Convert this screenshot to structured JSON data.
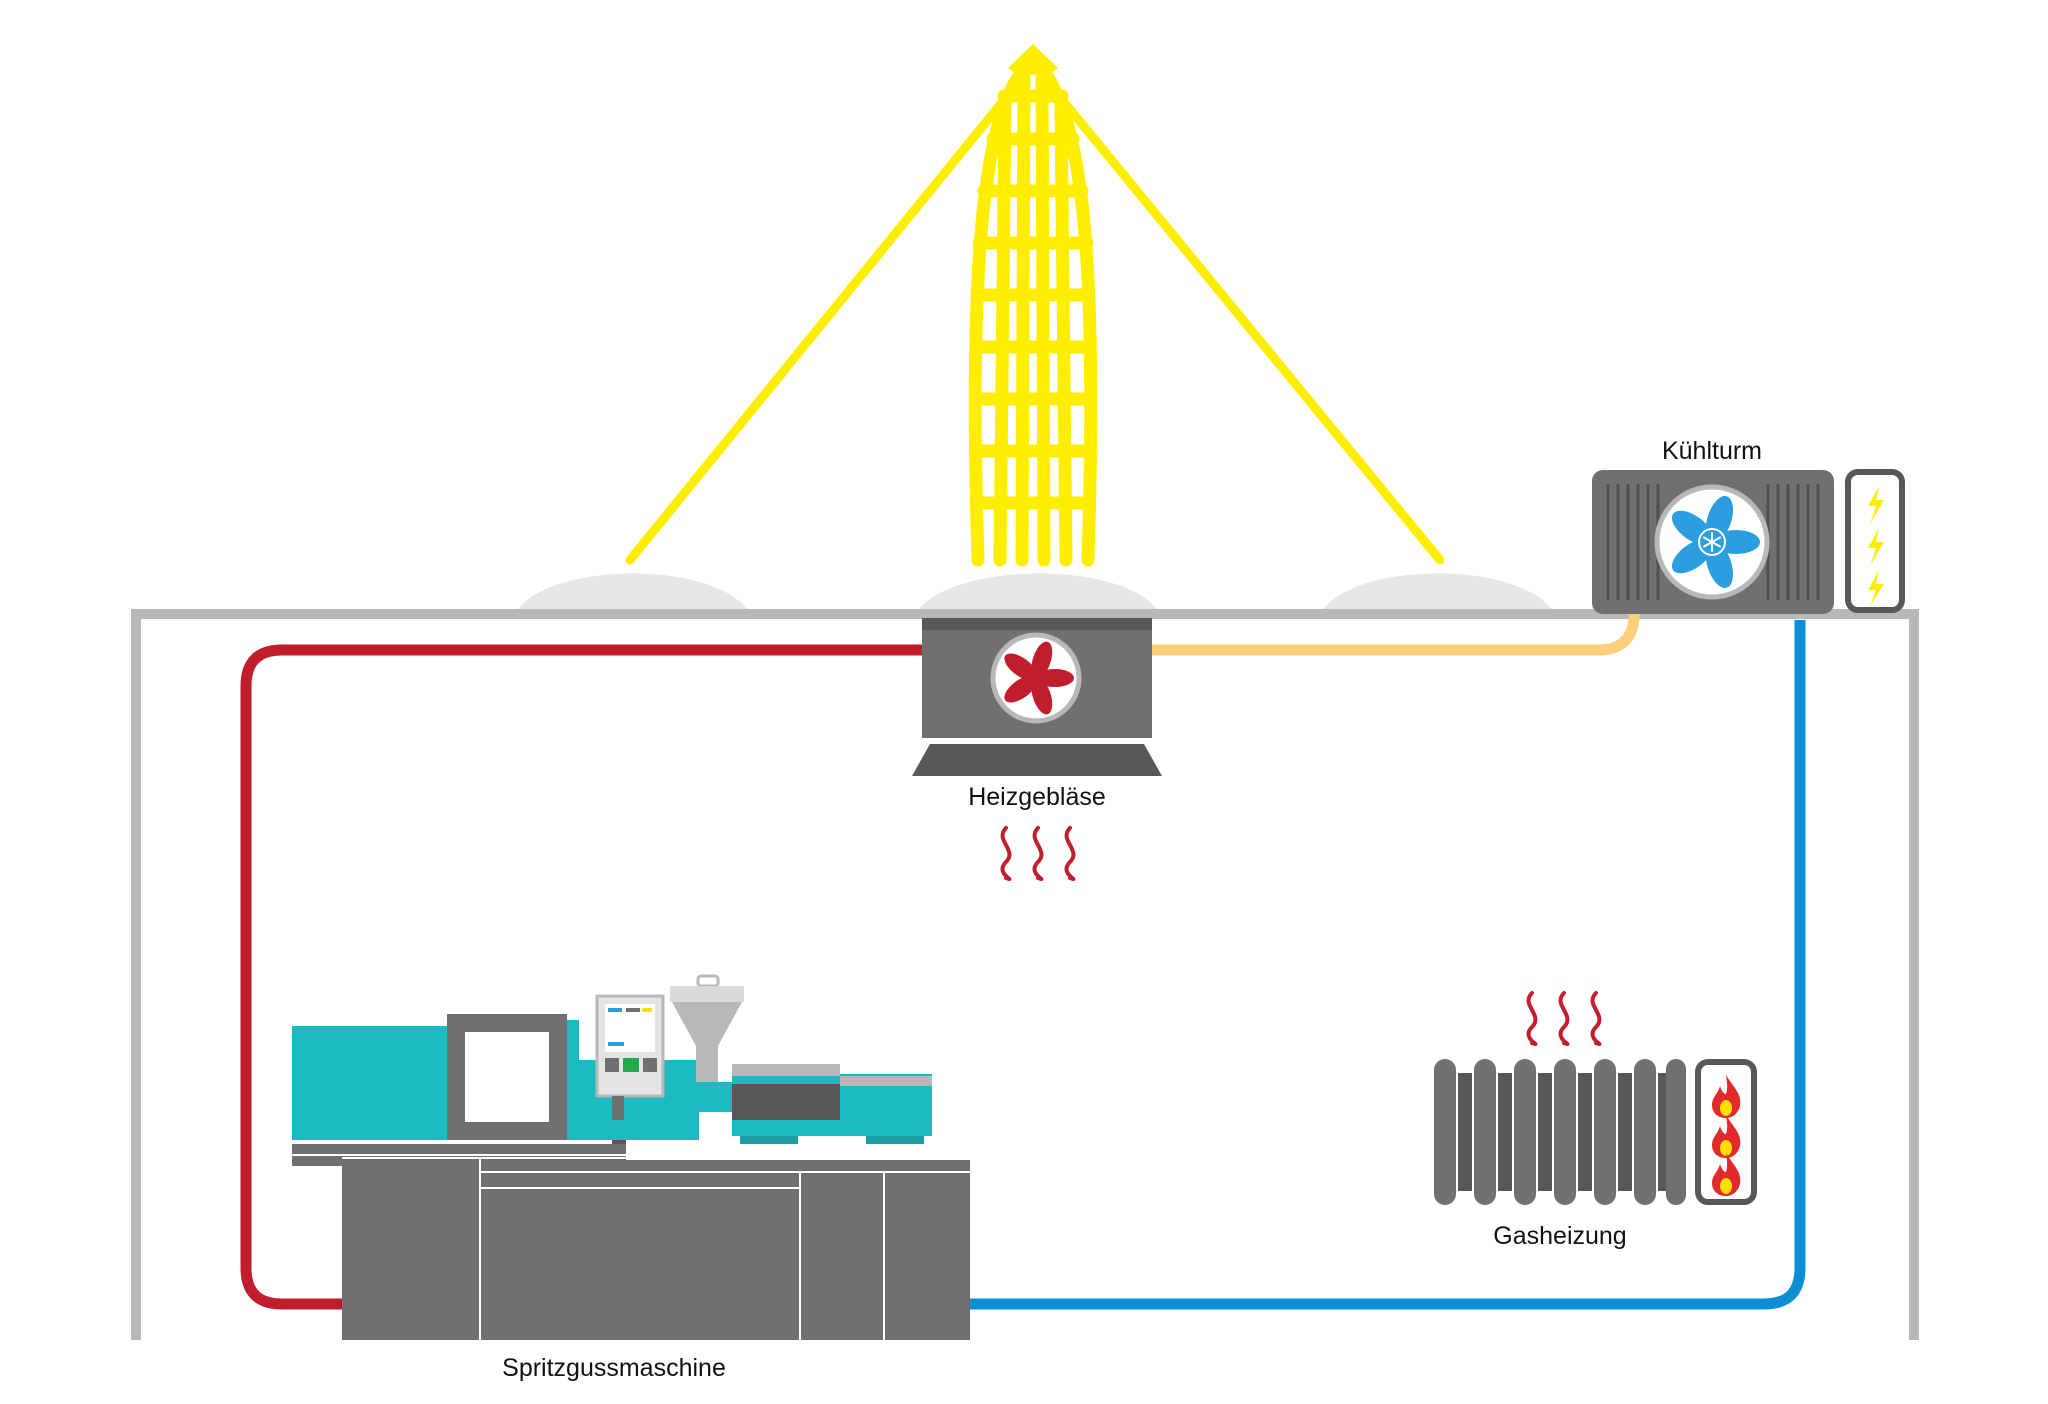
{
  "labels": {
    "cooling_tower": "Kühlturm",
    "heater_fan": "Heizgebläse",
    "gas_heating": "Gasheizung",
    "injection_molding_machine": "Spritzgussmaschine"
  },
  "colors": {
    "light_beam": "#ffee00",
    "hot_pipe": "#c01e2d",
    "warm_pipe": "#fccf7a",
    "cold_pipe": "#0a8fd6",
    "building": "#b7b8ba",
    "skylight": "#e7e6e8",
    "equipment_gray": "#6f7072",
    "dark_gray": "#58585a",
    "teal": "#1bbcbf",
    "fan_blue": "#2b9ee0",
    "fan_red": "#c01e2d",
    "flame_orange": "#f7941d",
    "flame_red": "#e2292b",
    "flame_yellow": "#ffde00"
  },
  "icons": {
    "cooling_fan": "snowflake-fan-icon",
    "heater_fan": "fan-icon",
    "electric_supply": "lightning-bolt-icon",
    "gas_supply": "flame-icon",
    "heat_waves": "heat-wave-icon"
  }
}
